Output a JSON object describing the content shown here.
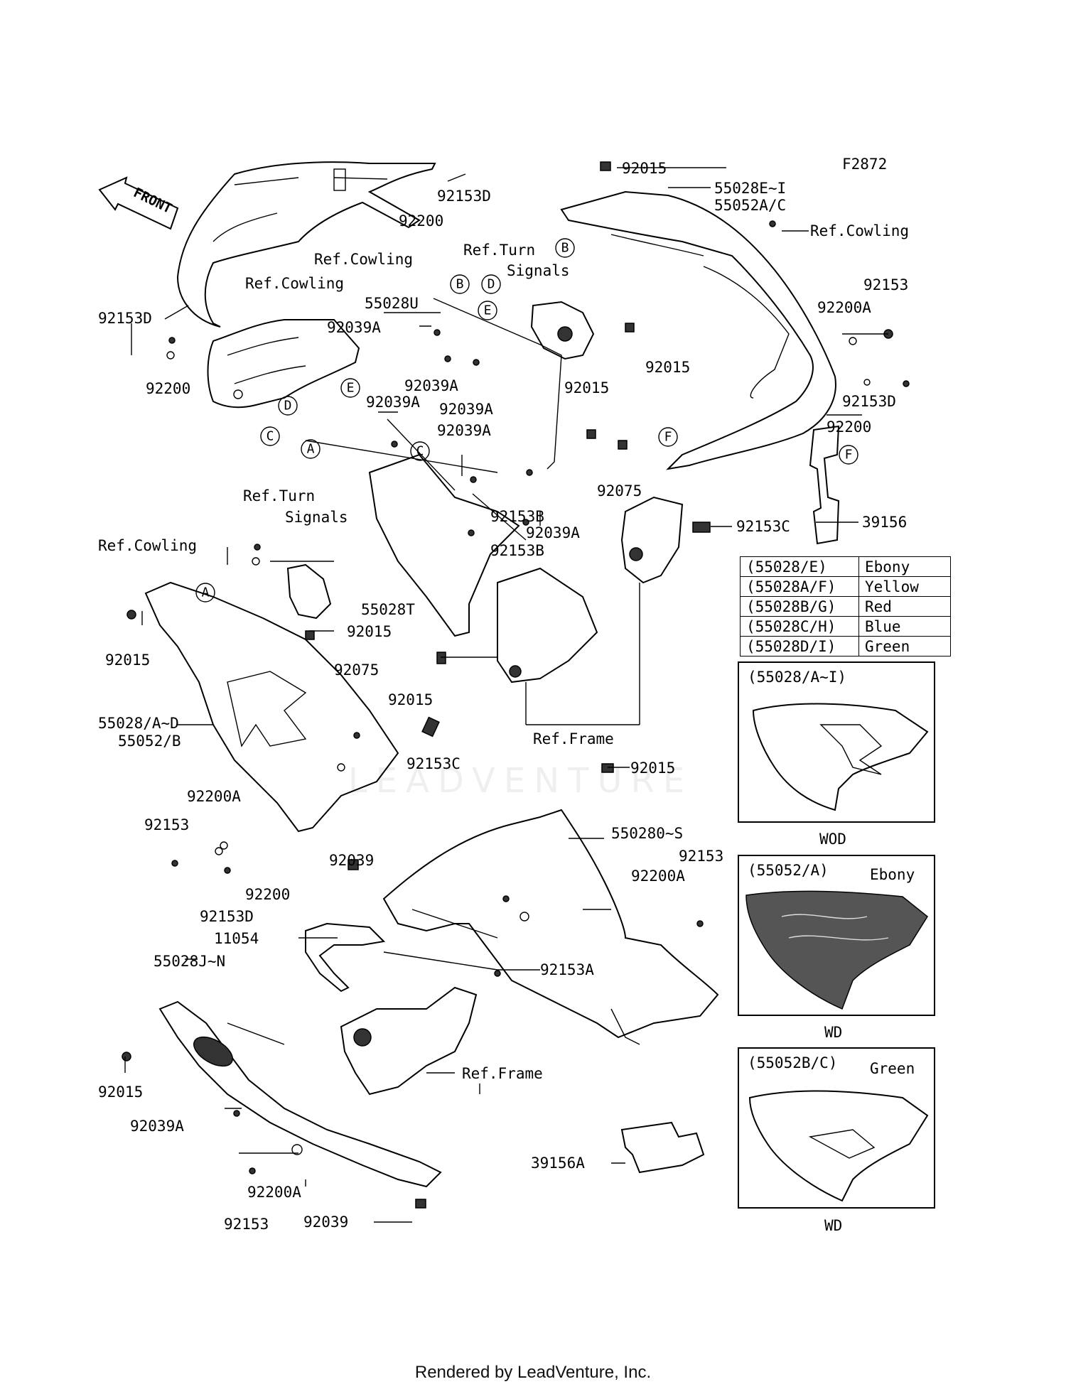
{
  "figure_code": "F2872",
  "front_label": "FRONT",
  "watermark": "LEADVENTURE",
  "footer": "Rendered by LeadVenture, Inc.",
  "callouts": {
    "p92015_top": "92015",
    "p55028E_I": "55028E~I",
    "p55052A_C": "55052A/C",
    "ref_cowling_r": "Ref.Cowling",
    "p92153_r": "92153",
    "p92200A_r": "92200A",
    "p92153D_r": "92153D",
    "p92200_r": "92200",
    "p39156": "39156",
    "p92153C_r": "92153C",
    "p92075_r": "92075",
    "p92015_r1": "92015",
    "p92015_r2": "92015",
    "ref_turn_r1": "Ref.Turn",
    "ref_turn_r2": "Signals",
    "p92153D_top": "92153D",
    "p92200_top": "92200",
    "ref_cowling_top": "Ref.Cowling",
    "ref_cowling_mid": "Ref.Cowling",
    "p55028U": "55028U",
    "p92039A_1": "92039A",
    "p92039A_2": "92039A",
    "p92039A_3": "92039A",
    "p92039A_4": "92039A",
    "p92039A_5": "92039A",
    "p92039A_6": "92039A",
    "p92153D_l": "92153D",
    "p92200_l": "92200",
    "p92153B_1": "92153B",
    "p92153B_2": "92153B",
    "p55028T": "55028T",
    "ref_turn_l1": "Ref.Turn",
    "ref_turn_l2": "Signals",
    "ref_cowling_l": "Ref.Cowling",
    "p92015_l": "92015",
    "p92015_mid": "92015",
    "p92015_mid2": "92015",
    "p92075_l": "92075",
    "p55028A_D": "55028/A~D",
    "p55052B": "55052/B",
    "p92153C_l": "92153C",
    "ref_frame_1": "Ref.Frame",
    "p92200A_l": "92200A",
    "p92153_l": "92153",
    "p92200_l2": "92200",
    "p92153D_l2": "92153D",
    "p92015_low": "92015",
    "p550280_S": "550280~S",
    "p92039_1": "92039",
    "p92153_low": "92153",
    "p92200A_low": "92200A",
    "p11054": "11054",
    "p55028J_N": "55028J~N",
    "p92153A": "92153A",
    "p92015_ll": "92015",
    "ref_frame_2": "Ref.Frame",
    "p92039A_low": "92039A",
    "p92200A_bot": "92200A",
    "p39156A": "39156A",
    "p92153_bot": "92153",
    "p92039_bot": "92039"
  },
  "letters": [
    "A",
    "B",
    "C",
    "D",
    "E",
    "F"
  ],
  "color_table": [
    {
      "code": "(55028/E)",
      "color": "Ebony"
    },
    {
      "code": "(55028A/F)",
      "color": "Yellow"
    },
    {
      "code": "(55028B/G)",
      "color": "Red"
    },
    {
      "code": "(55028C/H)",
      "color": "Blue"
    },
    {
      "code": "(55028D/I)",
      "color": "Green"
    }
  ],
  "variants": [
    {
      "header": "(55028/A~I)",
      "color_label": "",
      "caption": "WOD"
    },
    {
      "header": "(55052/A)",
      "color_label": "Ebony",
      "caption": "WD"
    },
    {
      "header": "(55052B/C)",
      "color_label": "Green",
      "caption": "WD"
    }
  ]
}
